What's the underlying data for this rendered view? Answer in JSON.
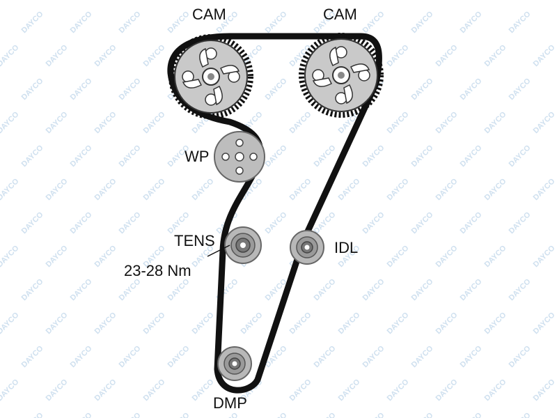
{
  "labels": {
    "cam_left": "CAM",
    "cam_right": "CAM",
    "water_pump": "WP",
    "tensioner": "TENS",
    "torque": "23-28 Nm",
    "idler": "IDL",
    "damper": "DMP"
  },
  "watermark": {
    "text": "DAYCO",
    "color": "#cfe0ef"
  },
  "colors": {
    "belt": "#111111",
    "pulley_fill": "#bdbdbd",
    "pulley_dark": "#555555",
    "background": "#ffffff"
  },
  "icons": [
    "sprocket-icon",
    "water-pump-pulley-icon",
    "tensioner-pulley-icon",
    "idler-pulley-icon",
    "damper-pulley-icon"
  ]
}
